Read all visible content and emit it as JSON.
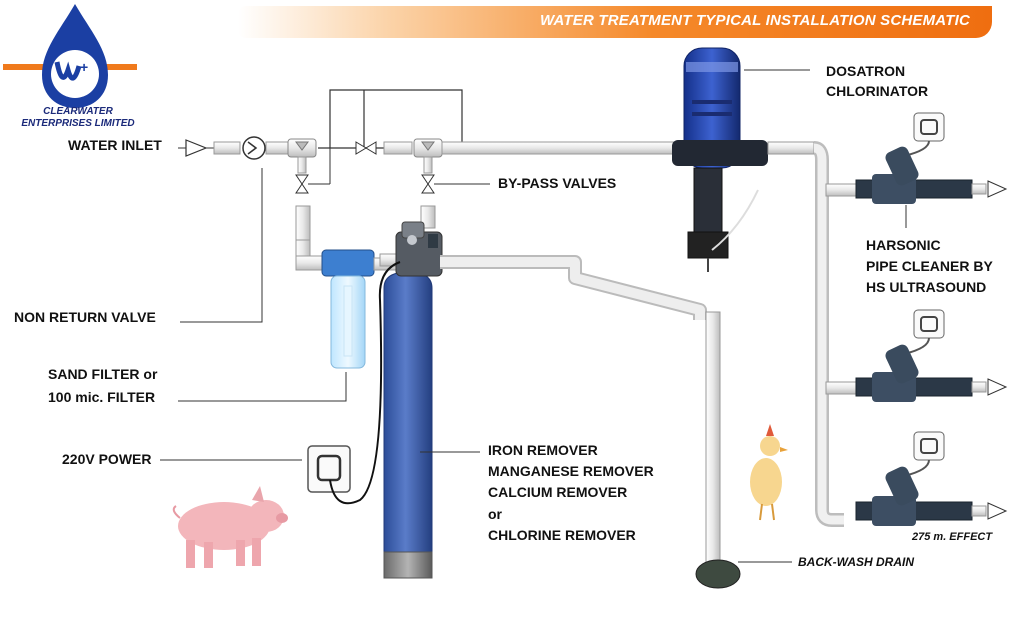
{
  "header": {
    "title": "WATER TREATMENT TYPICAL INSTALLATION SCHEMATIC"
  },
  "brand": {
    "name_line1": "CLEARWATER",
    "name_line2": "ENTERPRISES LIMITED",
    "logo_mark": "w+"
  },
  "labels": {
    "water_inlet": "WATER INLET",
    "bypass_valves": "BY-PASS VALVES",
    "non_return_valve": "NON RETURN VALVE",
    "sand_filter_line1": "SAND FILTER or",
    "sand_filter_line2": "100 mic. FILTER",
    "power": "220V POWER",
    "dosatron_line1": "DOSATRON",
    "dosatron_line2": "CHLORINATOR",
    "harsonic_line1": "HARSONIC",
    "harsonic_line2": "PIPE CLEANER BY",
    "harsonic_line3": "HS ULTRASOUND",
    "remover_line1": "IRON REMOVER",
    "remover_line2": "MANGANESE REMOVER",
    "remover_line3": "CALCIUM REMOVER",
    "remover_line4": "or",
    "remover_line5": "CHLORINE REMOVER",
    "backwash": "BACK-WASH DRAIN",
    "effect": "275 m. EFFECT"
  },
  "colors": {
    "banner": "#f07a1c",
    "brand_blue": "#1b2a7a",
    "tank_blue": "#3f62b4",
    "pipe": "#e6e6e6",
    "dosatron_blue": "#2140a8"
  }
}
